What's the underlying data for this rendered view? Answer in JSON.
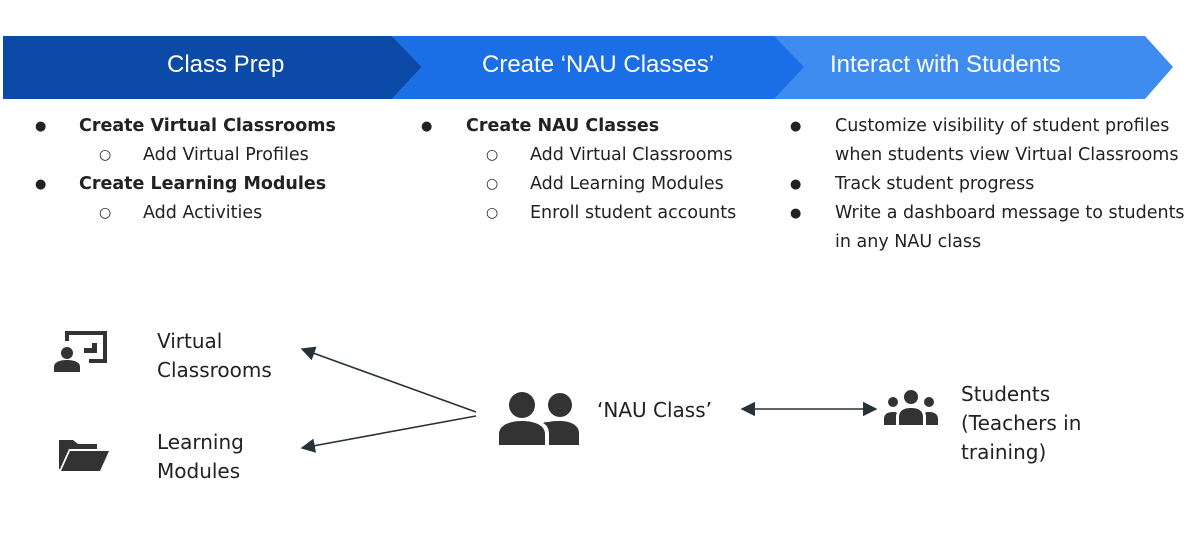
{
  "colors": {
    "stage1": "#0b4aa6",
    "stage2": "#1a6ee6",
    "stage3": "#3f8cf0",
    "icon": "#333333",
    "arrow": "#263238"
  },
  "stages": [
    {
      "label": "Class Prep"
    },
    {
      "label": "Create ‘NAU Classes’"
    },
    {
      "label": "Interact with Students"
    }
  ],
  "columns": {
    "prep": {
      "item1": "Create Virtual Classrooms",
      "item1_sub1": "Add Virtual Profiles",
      "item2": "Create Learning Modules",
      "item2_sub1": "Add Activities"
    },
    "create": {
      "item1": "Create NAU Classes",
      "sub1": "Add Virtual Classrooms",
      "sub2": "Add Learning Modules",
      "sub3": "Enroll student accounts"
    },
    "interact": {
      "item1_line1": "Customize visibility of student profiles",
      "item1_line2": "when students view Virtual Classrooms",
      "item2": "Track student progress",
      "item3_line1": "Write a dashboard message to students",
      "item3_line2": "in any NAU class"
    }
  },
  "markers": {
    "bullet": "●",
    "circle": "○"
  },
  "diagram": {
    "virtual_classrooms": {
      "line1": "Virtual",
      "line2": "Classrooms",
      "icon": "classroom-presentation-icon"
    },
    "learning_modules": {
      "line1": "Learning",
      "line2": "Modules",
      "icon": "open-folder-icon"
    },
    "nau_class": {
      "label": "‘NAU Class’",
      "icon": "people-group-icon"
    },
    "students": {
      "line1": "Students",
      "line2": "(Teachers in",
      "line3": "training)",
      "icon": "groups-icon"
    }
  }
}
